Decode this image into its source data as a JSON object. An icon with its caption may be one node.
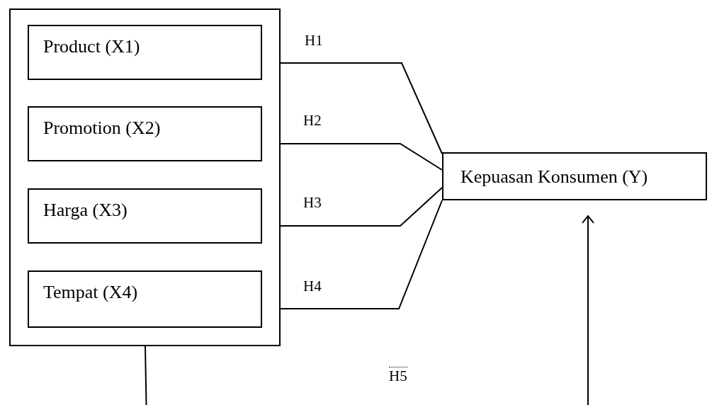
{
  "diagram": {
    "nodes": [
      {
        "text": [],
        "shape": "box"
      },
      {
        "text": [
          "Product (X1)"
        ],
        "in": 0
      },
      {
        "text": [
          "Promotion (X2)"
        ],
        "in": 0
      },
      {
        "text": [
          "Harga (X3)"
        ],
        "in": 0
      },
      {
        "text": [
          "Tempat (X4)"
        ],
        "in": 0
      },
      {
        "text": [
          "Kepuasan Konsumen (Y)"
        ]
      }
    ],
    "edges": [
      {
        "from": 1,
        "to": 5,
        "arrow": "none",
        "label": "H1"
      },
      {
        "from": 2,
        "to": 5,
        "arrow": "none",
        "label": "H2"
      },
      {
        "from": 3,
        "to": 5,
        "arrow": "none",
        "label": "H3"
      },
      {
        "from": 4,
        "to": 5,
        "arrow": "none",
        "label": "H4"
      },
      {
        "from": 0,
        "to": 5,
        "arrow": "to",
        "label": "H5"
      }
    ]
  }
}
